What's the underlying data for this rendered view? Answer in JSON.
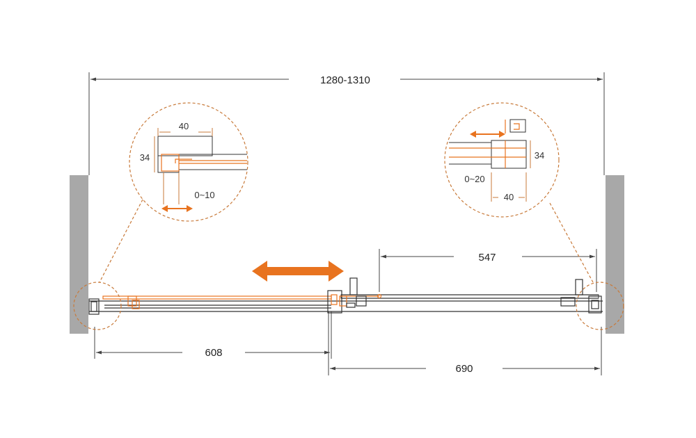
{
  "dimensions": {
    "overall_width": "1280-1310",
    "left_panel": "608",
    "right_panel": "690",
    "opening": "547"
  },
  "detail_left": {
    "width": "40",
    "depth": "34",
    "adjust_range": "0~10"
  },
  "detail_right": {
    "width": "40",
    "depth": "34",
    "adjust_range": "0~20"
  },
  "colors": {
    "accent": "#E8731F",
    "line": "#333333",
    "wall": "#A8A8A8",
    "dim_line": "#444444"
  },
  "icons": {
    "slide_direction": "double-arrow-icon",
    "detail_marker": "dashed-circle-callout"
  }
}
